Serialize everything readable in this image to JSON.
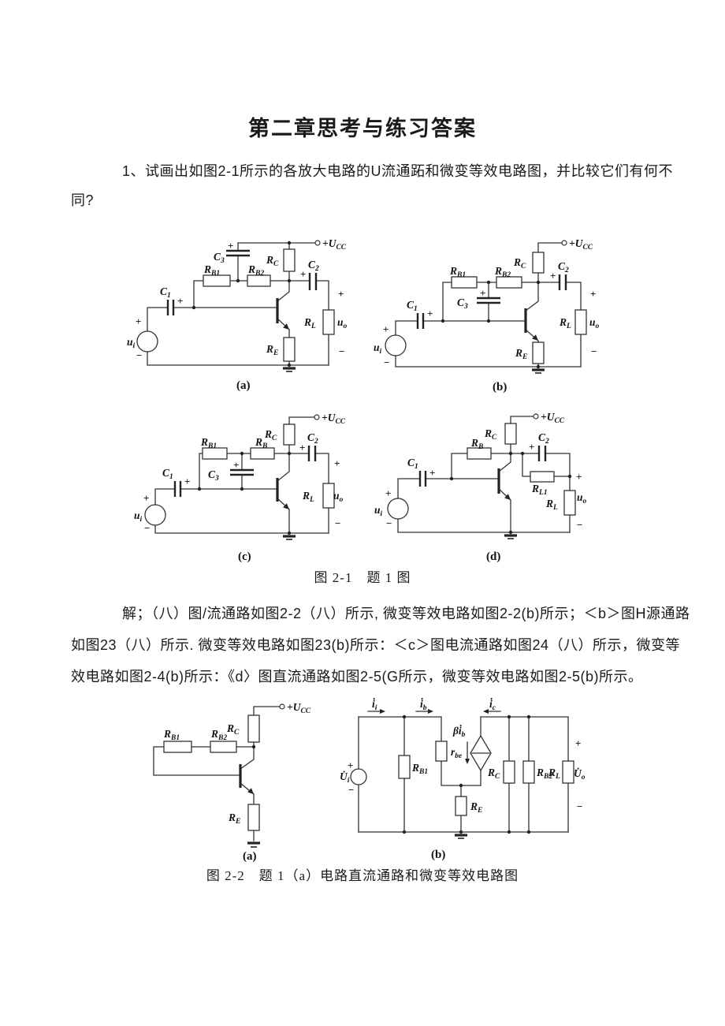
{
  "page": {
    "title": "第二章思考与练习答案",
    "q_line1": "1、试画出如图2-1所示的各放大电路的U流通跖和微变等效电路图，并比较它们有何不",
    "q_line2": "同?",
    "fig21_caption": "图 2-1　题 1 图",
    "ans_line1": "解；（八）图/流通路如图2-2（八）所示, 微变等效电路如图2-2(b)所示；＜b＞图H源通路",
    "ans_line2": "如图23（八）所示. 微变等效电路如图23(b)所示：＜c＞图电流通路如图24（八）所示，微变等",
    "ans_line3": "效电路如图2-4(b)所示：《d〉图直流通路如图2-5(G所示，微变等效电路如图2-5(b)所示。",
    "sub_a": "(a)",
    "sub_b": "(b)",
    "sub_c": "(c)",
    "sub_d": "(d)",
    "fig22_sub_a": "(a)",
    "fig22_sub_b": "(b)",
    "fig22_caption": "图 2-2　题 1（a）电路直流通路和微变等效电路图"
  },
  "sym": {
    "R": "R",
    "C": "C",
    "u": "u",
    "r": "r",
    "Udot": "U̇",
    "idot": "i̇",
    "beta_i": "βi̇",
    "plusU": "+U",
    "B": "B",
    "B1": "B1",
    "B2": "B2",
    "E": "E",
    "L": "L",
    "L1": "L1",
    "CC": "CC",
    "n1": "1",
    "n2": "2",
    "n3": "3",
    "i": "i",
    "o": "o",
    "b": "b",
    "c": "c",
    "be": "be",
    "plus": "+",
    "minus": "−"
  },
  "colors": {
    "ink": "#1a1a1a",
    "wire": "#333333",
    "paper": "#ffffff"
  }
}
